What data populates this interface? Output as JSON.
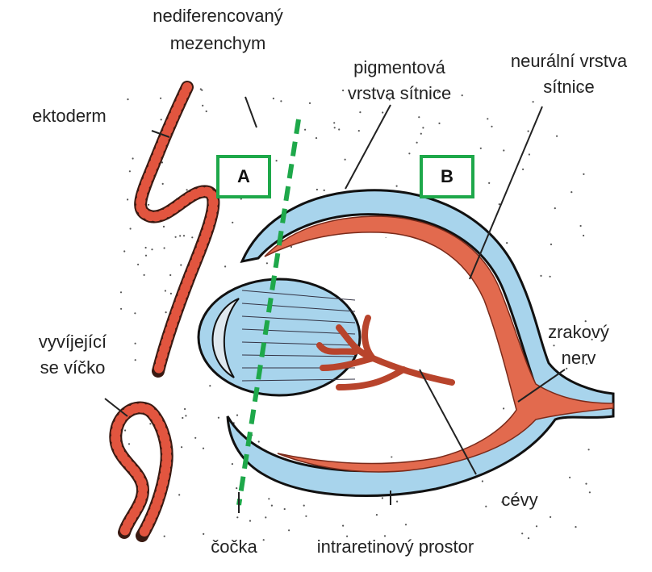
{
  "labels": {
    "mesenchyme_l1": "nediferencovaný",
    "mesenchyme_l2": "mezenchym",
    "ectoderm": "ektoderm",
    "pigment_l1": "pigmentová",
    "pigment_l2": "vrstva sítnice",
    "neural_l1": "neurální vrstva",
    "neural_l2": "sítnice",
    "eyelid_l1": "vyvíjející",
    "eyelid_l2": "se víčko",
    "optic_l1": "zrakový",
    "optic_l2": "nerv",
    "vessels": "cévy",
    "lens": "čočka",
    "intraretinal": "intraretinový prostor"
  },
  "boxes": {
    "a": "A",
    "b": "B"
  },
  "colors": {
    "ectoderm_red": "#e2553f",
    "pigment_blue": "#a8d4ec",
    "neural_red": "#e26a4e",
    "vessel_red": "#b8442c",
    "box_green": "#1ea84a",
    "dashed_line": "#1ea84a"
  }
}
